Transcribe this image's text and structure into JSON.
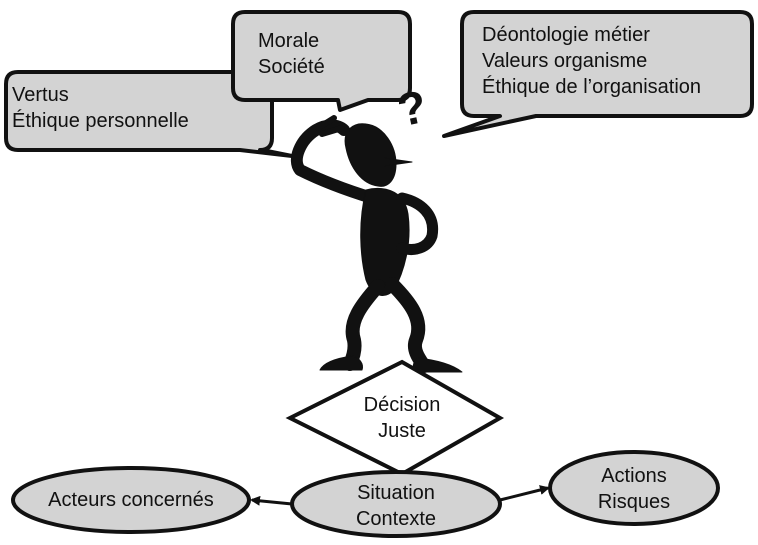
{
  "bubbles": {
    "vertus": {
      "lines": [
        "Vertus",
        "Éthique personnelle"
      ]
    },
    "morale": {
      "lines": [
        "Morale",
        "Société"
      ]
    },
    "deontologie": {
      "lines": [
        "Déontologie métier",
        "Valeurs organisme",
        "Éthique de l’organisation"
      ]
    }
  },
  "thinking_figure": {
    "question_mark": "?"
  },
  "decision": {
    "lines": [
      "Décision",
      "Juste"
    ]
  },
  "ellipses": {
    "acteurs": {
      "lines": [
        "Acteurs concernés"
      ]
    },
    "situation": {
      "lines": [
        "Situation",
        "Contexte"
      ]
    },
    "actions": {
      "lines": [
        "Actions",
        "Risques"
      ]
    }
  },
  "colors": {
    "fill": "#d3d3d3",
    "stroke": "#111111",
    "figure": "#111111"
  }
}
